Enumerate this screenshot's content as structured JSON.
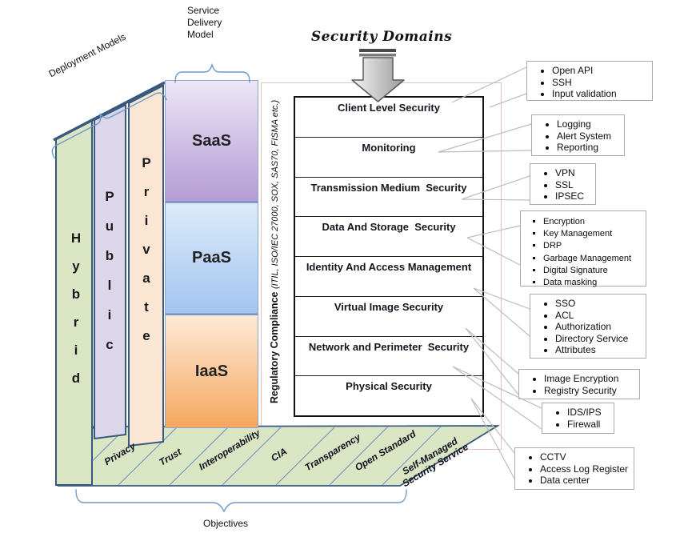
{
  "title": "Security Domains",
  "annotations": {
    "service_delivery_model_lines": [
      "Service",
      "Delivery",
      "Model"
    ],
    "deployment_models": "Deployment Models",
    "objectives_label": "Objectives",
    "regulatory_bold": "Regulatory Compliance ",
    "regulatory_italic": "(ITIL, ISO/IEC 27000, SOX, SAS70, FISMA etc.)"
  },
  "deployment_columns": [
    {
      "name": "Hybrid",
      "letters": [
        "H",
        "y",
        "b",
        "r",
        "i",
        "d"
      ],
      "fill": "#d9e5c3"
    },
    {
      "name": "Public",
      "letters": [
        "P",
        "u",
        "b",
        "l",
        "i",
        "c"
      ],
      "fill": "#dcd6ea"
    },
    {
      "name": "Private",
      "letters": [
        "P",
        "r",
        "i",
        "v",
        "a",
        "t",
        "e"
      ],
      "fill": "#fbe6d4"
    }
  ],
  "service_layers": [
    {
      "label": "SaaS",
      "color_top": "#ece6f6",
      "color_bottom": "#b49cd4"
    },
    {
      "label": "PaaS",
      "color_top": "#dcebfb",
      "color_bottom": "#a4c4f0"
    },
    {
      "label": "IaaS",
      "color_top": "#fdead6",
      "color_bottom": "#f5a75f"
    }
  ],
  "security_domains": [
    {
      "label": "Client Level Security",
      "items": [
        "Open API",
        "SSH",
        "Input validation"
      ]
    },
    {
      "label": "Monitoring",
      "items": [
        "Logging",
        "Alert System",
        "Reporting"
      ]
    },
    {
      "label": "Transmission Medium  Security",
      "items": [
        "VPN",
        "SSL",
        "IPSEC"
      ]
    },
    {
      "label": "Data And Storage  Security",
      "items": [
        "Encryption",
        "Key Management",
        "DRP",
        "Garbage Management",
        "Digital Signature",
        "Data masking"
      ]
    },
    {
      "label": "Identity And Access Management",
      "items": [
        "SSO",
        "ACL",
        "Authorization",
        "Directory Service",
        "Attributes"
      ]
    },
    {
      "label": "Virtual Image Security",
      "items": [
        "Image Encryption",
        "Registry Security"
      ]
    },
    {
      "label": "Network and Perimeter  Security",
      "items": [
        "IDS/IPS",
        "Firewall"
      ]
    },
    {
      "label": "Physical Security",
      "items": [
        "CCTV",
        "Access Log Register",
        "Data center"
      ]
    }
  ],
  "objectives": [
    "Privacy",
    "Trust",
    "Interoperability",
    "CIA",
    "Transparency",
    "Open Standard",
    "Self-Managed\nSecurity Service"
  ],
  "colors": {
    "outline_navy": "#37597d",
    "floor_green": "#d9e5c3",
    "brace_blue": "#6f9ac8",
    "frame_pink": "#e5bfbf",
    "callout_gray": "#bdbdbd",
    "stack_border": "#121212"
  }
}
